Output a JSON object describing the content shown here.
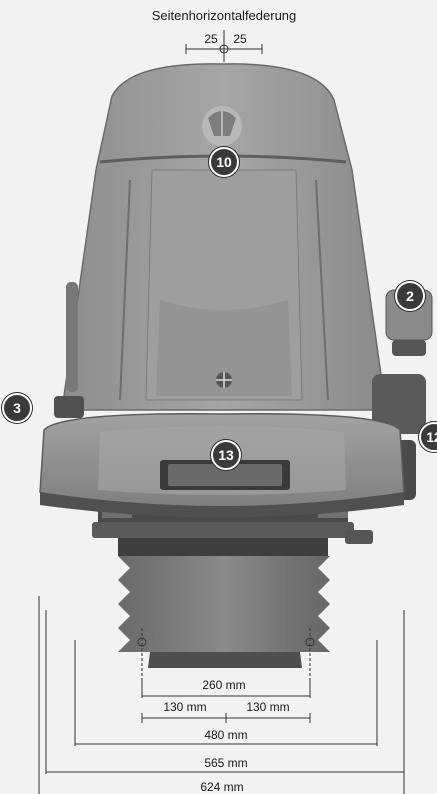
{
  "title": "Seitenhorizontalfederung",
  "travel": {
    "left": "25",
    "right": "25"
  },
  "callouts": [
    "10",
    "2",
    "3",
    "13",
    "12"
  ],
  "dimensions": {
    "d260": "260 mm",
    "d130_left": "130 mm",
    "d130_right": "130 mm",
    "d480": "480 mm",
    "d565": "565 mm",
    "d624": "624 mm"
  },
  "colors": {
    "upholstery": "#9a9a9a",
    "upholstery_dark": "#7d7d7d",
    "frame": "#4a4a4a",
    "badge": "#3a3a3a",
    "line": "#333333"
  }
}
